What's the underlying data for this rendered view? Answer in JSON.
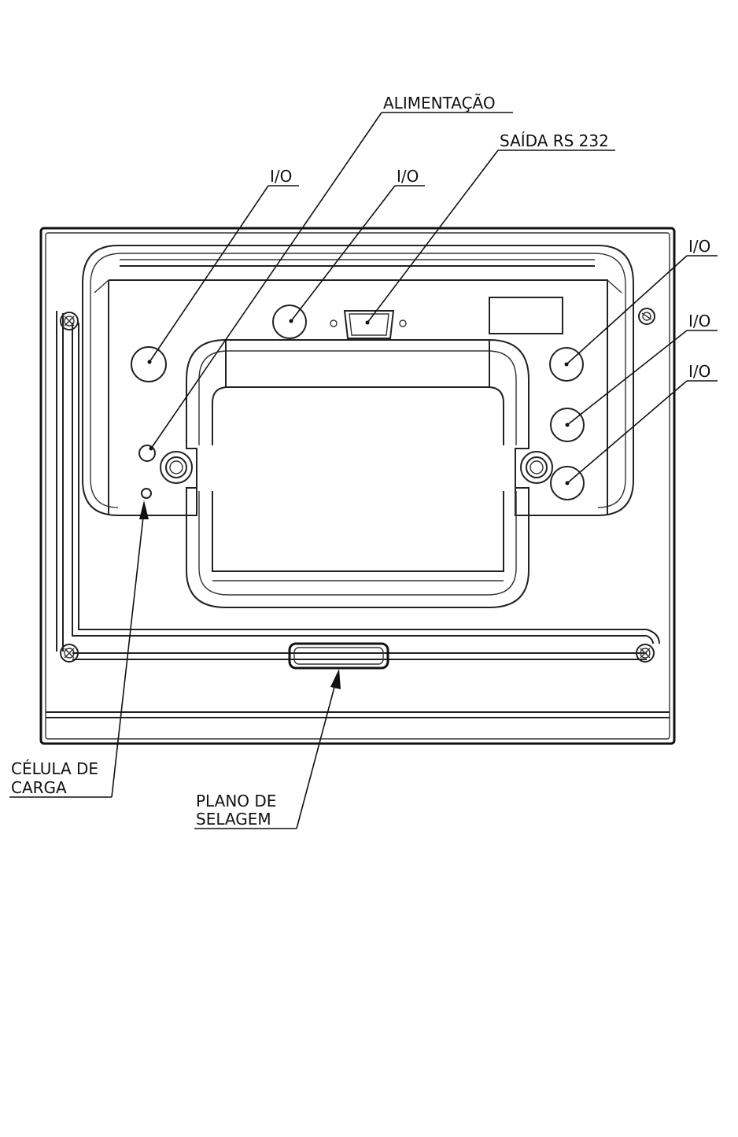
{
  "labels": {
    "alimentacao": "ALIMENTAÇÃO",
    "saida_rs232": "SAÍDA RS 232",
    "io_left": "I/O",
    "io_center": "I/O",
    "io_right_1": "I/O",
    "io_right_2": "I/O",
    "io_right_3": "I/O",
    "celula_de_carga": [
      "CÉLULA DE",
      "CARGA"
    ],
    "plano_de_selagem": [
      "PLANO DE",
      "SELAGEM"
    ]
  }
}
